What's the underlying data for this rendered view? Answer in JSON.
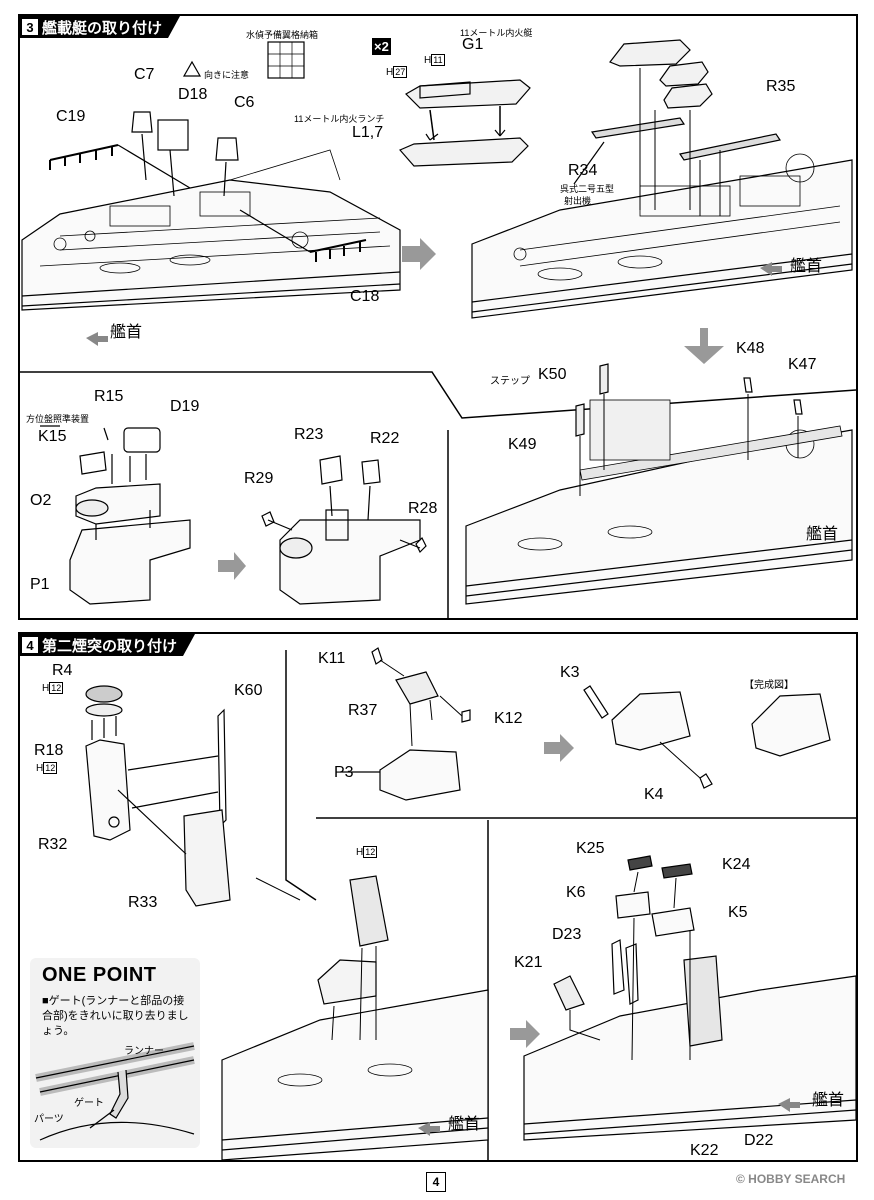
{
  "step3": {
    "number": "3",
    "title": "艦載艇の取り付け",
    "labels": {
      "C7": "C7",
      "C6": "C6",
      "D18": "D18",
      "C19": "C19",
      "C18": "C18",
      "caution": "向きに注意",
      "scout_box": "水偵予備翼格納箱",
      "x2": "×2",
      "H11": "11",
      "H27": "27",
      "H_prefix": "H",
      "G1": "G1",
      "boat11m": "11メートル内火艇",
      "launch11m": "11メートル内火ランチ",
      "L17": "L1,7",
      "R35": "R35",
      "R34": "R34",
      "catapult_1": "呉式二号五型",
      "catapult_2": "射出機",
      "bow": "艦首",
      "R15": "R15",
      "D19": "D19",
      "K15": "K15",
      "azimuth": "方位盤照準装置",
      "O2": "O2",
      "P1": "P1",
      "R23": "R23",
      "R22": "R22",
      "R29": "R29",
      "R28": "R28",
      "step_label": "ステップ",
      "K50": "K50",
      "K48": "K48",
      "K47": "K47",
      "K49": "K49"
    }
  },
  "step4": {
    "number": "4",
    "title": "第二煙突の取り付け",
    "labels": {
      "R4": "R4",
      "H12": "12",
      "H_prefix": "H",
      "R18": "R18",
      "R32": "R32",
      "R33": "R33",
      "K60": "K60",
      "K11": "K11",
      "R37": "R37",
      "K12": "K12",
      "P3": "P3",
      "K3": "K3",
      "K4": "K4",
      "completed": "【完成図】",
      "K25": "K25",
      "K24": "K24",
      "K6": "K6",
      "K5": "K5",
      "D23": "D23",
      "K21": "K21",
      "K22": "K22",
      "D22": "D22",
      "bow": "艦首"
    }
  },
  "one_point": {
    "title": "ONE POINT",
    "text": "■ゲート(ランナーと部品の接合部)をきれいに取り去りましょう。",
    "runner": "ランナー",
    "gate": "ゲート",
    "parts": "パーツ"
  },
  "footer": {
    "page_number": "4",
    "watermark": "© HOBBY SEARCH"
  }
}
